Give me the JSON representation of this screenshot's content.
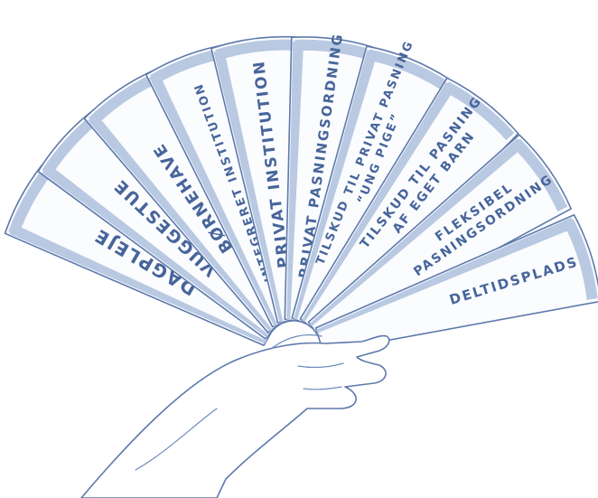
{
  "fan": {
    "cards": [
      {
        "lines": [
          "DAGPLEJE"
        ]
      },
      {
        "lines": [
          "VUGGESTUE"
        ]
      },
      {
        "lines": [
          "BØRNEHAVE"
        ]
      },
      {
        "lines": [
          "INTEGRERET INSTITUTION"
        ]
      },
      {
        "lines": [
          "PRIVAT INSTITUTION"
        ]
      },
      {
        "lines": [
          "PRIVAT PASNINGSORDNING"
        ]
      },
      {
        "lines": [
          "TILSKUD TIL PRIVAT PASNING",
          "“UNG PIGE”"
        ]
      },
      {
        "lines": [
          "TILSKUD TIL PASNING",
          "AF EGET BARN"
        ]
      },
      {
        "lines": [
          "FLEKSIBEL",
          "PASNINGSORDNING"
        ]
      },
      {
        "lines": [
          "DELTIDSPLADS"
        ]
      }
    ]
  },
  "colors": {
    "ink": "#47659b",
    "outline": "#5d79ac",
    "band": "#b9c9e2",
    "card": "#fbfcfe"
  }
}
